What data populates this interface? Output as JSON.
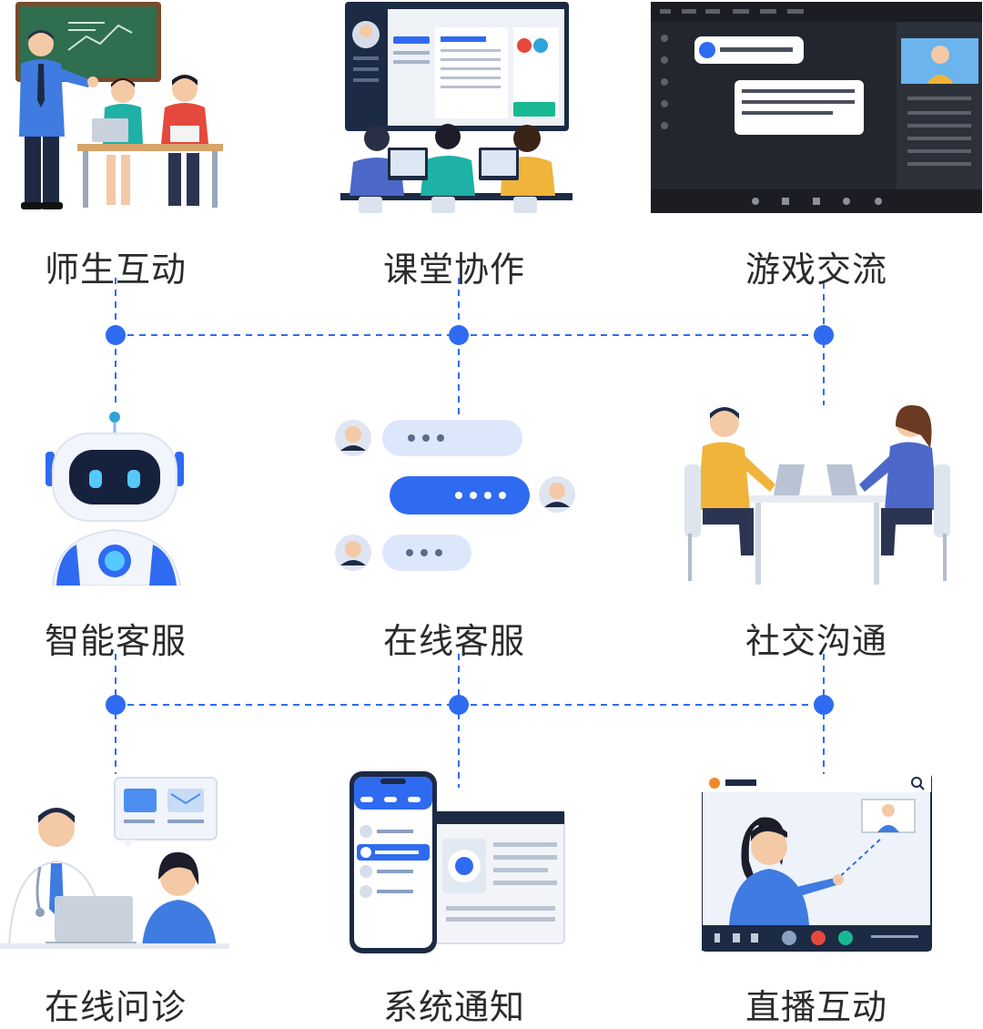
{
  "scenarios": [
    {
      "label": "师生互动"
    },
    {
      "label": "课堂协作"
    },
    {
      "label": "游戏交流"
    },
    {
      "label": "智能客服"
    },
    {
      "label": "在线客服"
    },
    {
      "label": "社交沟通"
    },
    {
      "label": "在线问诊"
    },
    {
      "label": "系统通知"
    },
    {
      "label": "直播互动"
    }
  ],
  "colors": {
    "connector": "#2f6bf0",
    "accent": "#2f6bf0",
    "text": "#2b2b2b"
  }
}
